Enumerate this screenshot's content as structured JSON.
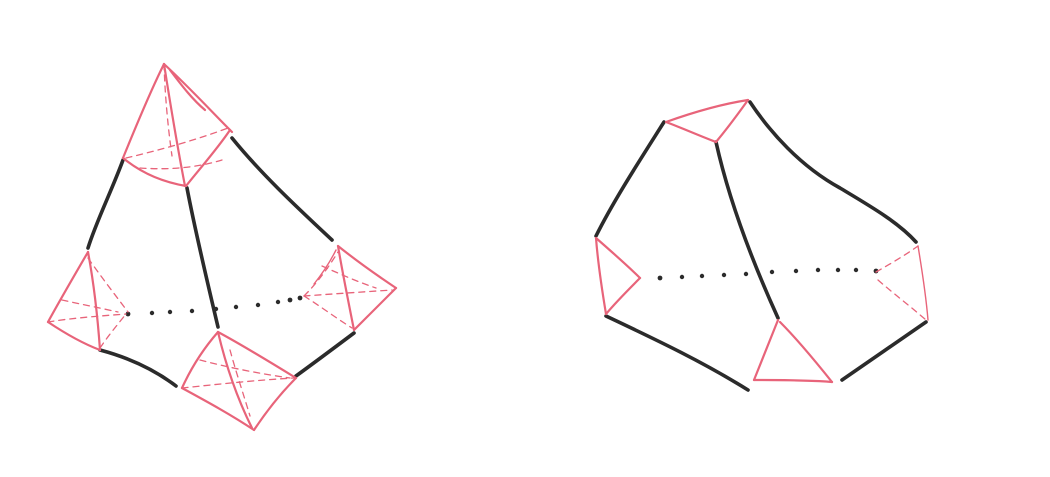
{
  "colors": {
    "ink": "#2b2b2b",
    "red_ink": "#e8647a",
    "paper": "#ffffff"
  },
  "figures": [
    {
      "name": "truncated-tetrahedron-sketch",
      "truncated_vertices": 4
    },
    {
      "name": "partially-truncated-tetrahedron-sketch",
      "truncated_vertices": 4
    }
  ]
}
